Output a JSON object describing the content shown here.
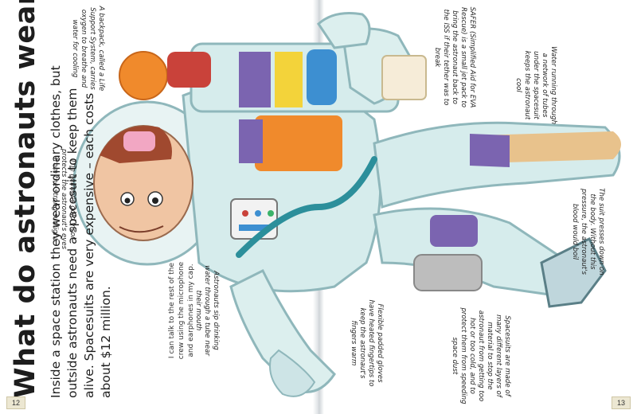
{
  "heading": "What do astronauts wear?",
  "intro": "Inside a space station they wear ordinary clothes, but outside astronauts need a spacesuit to keep them alive. Spacesuits are very expensive – each costs about $12 million.",
  "speech_bubble": "I can talk to the rest of the crew using the microphone and earphones in my cap.",
  "captions": {
    "backpack": "A backpack, called a Life Support System, carries oxygen to breathe and water for cooling",
    "visor": "The helmet's gold visor protects the astronaut's eyes from the strong sunlight",
    "drink": "Astronauts sip drinking water through a tube near their mouth",
    "gloves": "Flexible padded gloves have heated fingertips to keep the astronaut's fingers warm",
    "safer": "SAFER (Simplified Aid for EVA Rescue) is a small jet pack to bring the astronaut back to the ISS if their tether was to break",
    "cooling": "Water running through a network of tubes under the spacesuit keeps the astronaut cool",
    "pressure": "The suit presses down on the body. Without this pressure, the astronaut's blood would boil",
    "layers": "Spacesuits are made of many different layers of material to stop the astronaut from getting too hot or too cold, and to protect them from speeding space dust"
  },
  "page_numbers": {
    "left": "12",
    "right": "13"
  },
  "palette": {
    "suit": "#dcefee",
    "suit_outline": "#8fb7bb",
    "orange": "#f08a2c",
    "purple": "#7b64b0",
    "blue": "#3d8fd1",
    "red": "#c9423a",
    "yellow": "#f3d33a"
  }
}
